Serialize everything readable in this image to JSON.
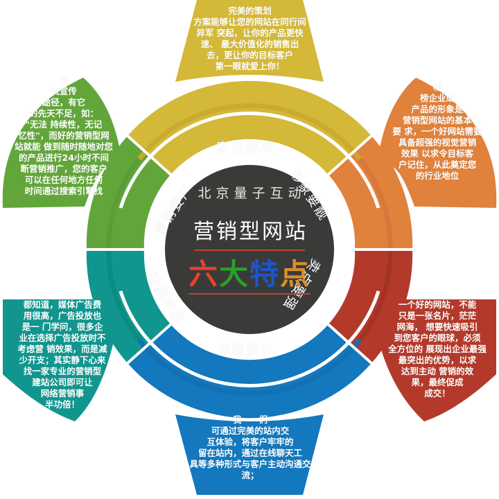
{
  "page": {
    "title": "北京量子互动 营销型网站 六大特点",
    "background": "#ffffff"
  },
  "center": {
    "brand": "北京量子互动",
    "product": "营销型网站",
    "slogan_parts": [
      {
        "char": "六",
        "color": "#e8412a"
      },
      {
        "char": "大",
        "color": "#2aa02a"
      },
      {
        "char": "特",
        "color": "#1d56c8"
      },
      {
        "char": "点",
        "color": "#d98f2b"
      }
    ],
    "slogan_plain": "六大特点",
    "underline_color": "#b8472b",
    "disc_color": "#3a3a38"
  },
  "ring": {
    "segments": [
      {
        "id": "positioning",
        "label": "定位要准",
        "color": "#d4b838",
        "inner_color": "#d9c04a"
      },
      {
        "id": "image",
        "label": "形象要靓",
        "color": "#e0813c",
        "inner_color": "#e49257"
      },
      {
        "id": "selling-point",
        "label": "卖点要强",
        "color": "#b33a2b",
        "inner_color": "#a83425"
      },
      {
        "id": "experience",
        "label": "体验要好",
        "color": "#1378bd",
        "inner_color": "#1f7fbf"
      },
      {
        "id": "cost",
        "label": "成本要低",
        "color": "#10968e",
        "inner_color": "#12a096"
      },
      {
        "id": "marketing",
        "label": "营销要广",
        "color": "#62a63b",
        "inner_color": "#6fae45"
      }
    ]
  },
  "callouts": [
    {
      "id": "positioning-callout",
      "position": "top",
      "color": "#d4b838",
      "lines": [
        "完美的策划",
        "方案能够让您的网站在同行间",
        "异军 突起，让你的产品更快",
        "速、 最大价值化的销售出",
        "去，更让你的目标客户",
        "第一眼就爱上你！"
      ]
    },
    {
      "id": "image-callout",
      "position": "right-upper",
      "color": "#e0813c",
      "lines": [
        "标",
        "榜企业或",
        "产品的形象是",
        "营销型网站的基本",
        "要 求，一个好网站需要",
        "具备超强的视觉营销",
        "效果 以求令目标客",
        "户记住，从此奠定您",
        "的行业地位"
      ]
    },
    {
      "id": "selling-point-callout",
      "position": "right-lower",
      "color": "#b33a2b",
      "lines": [
        "一个好的网站，不能",
        "只是一张名片，茫茫",
        "网海， 想要快速吸引",
        "到您客户的眼球，必须",
        "全方位的 展现出企业最强",
        "最突出的优势，以求",
        "达到主动 营销的效",
        "果，最终促成",
        "成交！"
      ]
    },
    {
      "id": "experience-callout",
      "position": "bottom",
      "color": "#1378bd",
      "lines": [
        "我　　们",
        "可通过完美的站内交",
        "互体验，将客户牢牢的",
        "留在站内，通过在线聊天工",
        "具等多种形式与客户主动沟通交",
        "流；"
      ]
    },
    {
      "id": "cost-callout",
      "position": "left-lower",
      "color": "#10968e",
      "lines": [
        "都知道，媒体广告费",
        "用很高，广告投放也",
        "是一 门学问，很多企",
        "业在选择广告投放时不",
        "考虑营 销效果，而是减",
        "少开支；其实静下心来",
        "找一家专业的营销型",
        "建站公司即可让",
        "网络营销事",
        "半功倍！"
      ]
    },
    {
      "id": "marketing-callout",
      "position": "left-upper",
      "color": "#62a63b",
      "lines": [
        "传",
        "统宣传",
        "途径，有它",
        "的先天不足，如：",
        "\"无法 持续性，无记",
        "忆性\"，而好的营销型网",
        "站就能 做到随时随地对您",
        "的产品进行24小时不间",
        "断营销推广，您的客户",
        "可以在任何地方任何",
        "时间通过搜索引擎找"
      ]
    }
  ]
}
